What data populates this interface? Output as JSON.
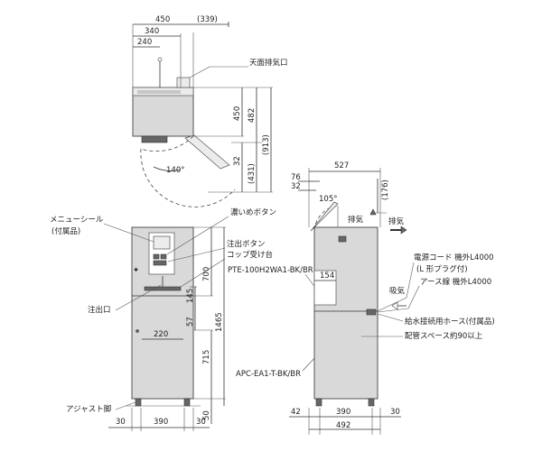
{
  "top_view": {
    "dims": {
      "w450": "450",
      "w339": "(339)",
      "w340": "340",
      "w240": "240",
      "h450": "450",
      "h482": "482",
      "h913": "(913)",
      "h32": "32",
      "h431": "(431)",
      "angle": "140°"
    },
    "labels": {
      "top_exhaust": "天面排気口"
    }
  },
  "front_view": {
    "labels": {
      "menu_seal": "メニューシール",
      "menu_seal_note": "(付属品)",
      "strong_button": "濃いめボタン",
      "dispense_button": "注出ボタン",
      "cup_tray": "コップ受け台",
      "model_top": "PTE-100H2WA1-BK/BR",
      "outlet": "注出口",
      "adjust_foot": "アジャスト脚",
      "model_bottom": "APC-EA1-T-BK/BR"
    },
    "dims": {
      "d700": "700",
      "d1465": "1465",
      "d145": "145",
      "d57": "57",
      "d715": "715",
      "d50": "50",
      "d220": "220",
      "b30a": "30",
      "b390": "390",
      "b30b": "30"
    }
  },
  "side_view": {
    "dims": {
      "d527": "527",
      "d76": "76",
      "d32": "32",
      "d176": "(176)",
      "angle105": "105°",
      "d154": "154",
      "d42": "42",
      "d390": "390",
      "d30": "30",
      "d492": "492"
    },
    "labels": {
      "exhaust1": "排気",
      "exhaust2": "排気",
      "intake": "吸気",
      "power_cord": "電源コード 機外L4000",
      "plug": "(L 形プラグ付)",
      "earth": "アース線 機外L4000",
      "water_hose": "給水接続用ホース(付属品)",
      "piping_space": "配管スペース約90以上"
    }
  }
}
